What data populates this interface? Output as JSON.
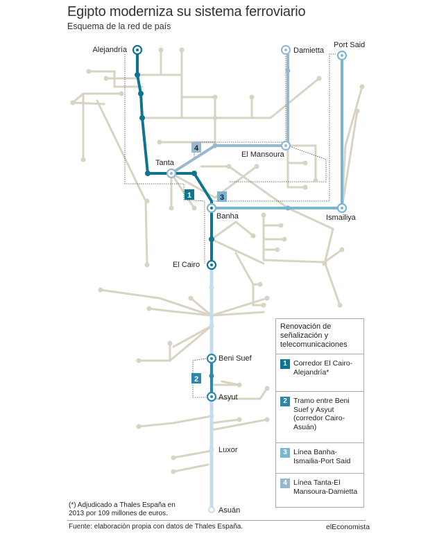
{
  "title": "Egipto moderniza su sistema ferroviario",
  "subtitle": "Esquema de la red de país",
  "colors": {
    "network": "#d8d3c3",
    "line1": "#0e7490",
    "line2": "#2c87a8",
    "line3": "#79b6d2",
    "line4": "#97b9cf",
    "corridor_light": "#c4dceb"
  },
  "stations": {
    "alejandria": "Alejandría",
    "damietta": "Damietta",
    "port_said": "Port Said",
    "tanta": "Tanta",
    "el_mansoura": "El Mansoura",
    "banha": "Banha",
    "ismailiya": "Ismailiya",
    "el_cairo": "El Cairo",
    "beni_suef": "Beni Suef",
    "asyut": "Asyut",
    "luxor": "Luxor",
    "asuan": "Asuán"
  },
  "badges": {
    "b1": "1",
    "b2": "2",
    "b3": "3",
    "b4": "4"
  },
  "legend": {
    "title": "Renovación de señalización y telecomunicaciones",
    "items": [
      {
        "number": "1",
        "label": "Corredor El Cairo-Alejandría*",
        "color": "#0e7490"
      },
      {
        "number": "2",
        "label": "Tramo entre Beni Suef y Asyut (corredor Cairo-Asuán)",
        "color": "#2c87a8"
      },
      {
        "number": "3",
        "label": "Línea Banha-Ismailia-Port Said",
        "color": "#79b6d2"
      },
      {
        "number": "4",
        "label": "Línea Tanta-El Mansoura-Damietta",
        "color": "#97b9cf"
      }
    ]
  },
  "footnote": "(*) Adjudicado a Thales España en 2013 por 109 millones de euros.",
  "source": "Fuente: elaboración propia con datos de Thales España.",
  "brand": "elEconomista"
}
